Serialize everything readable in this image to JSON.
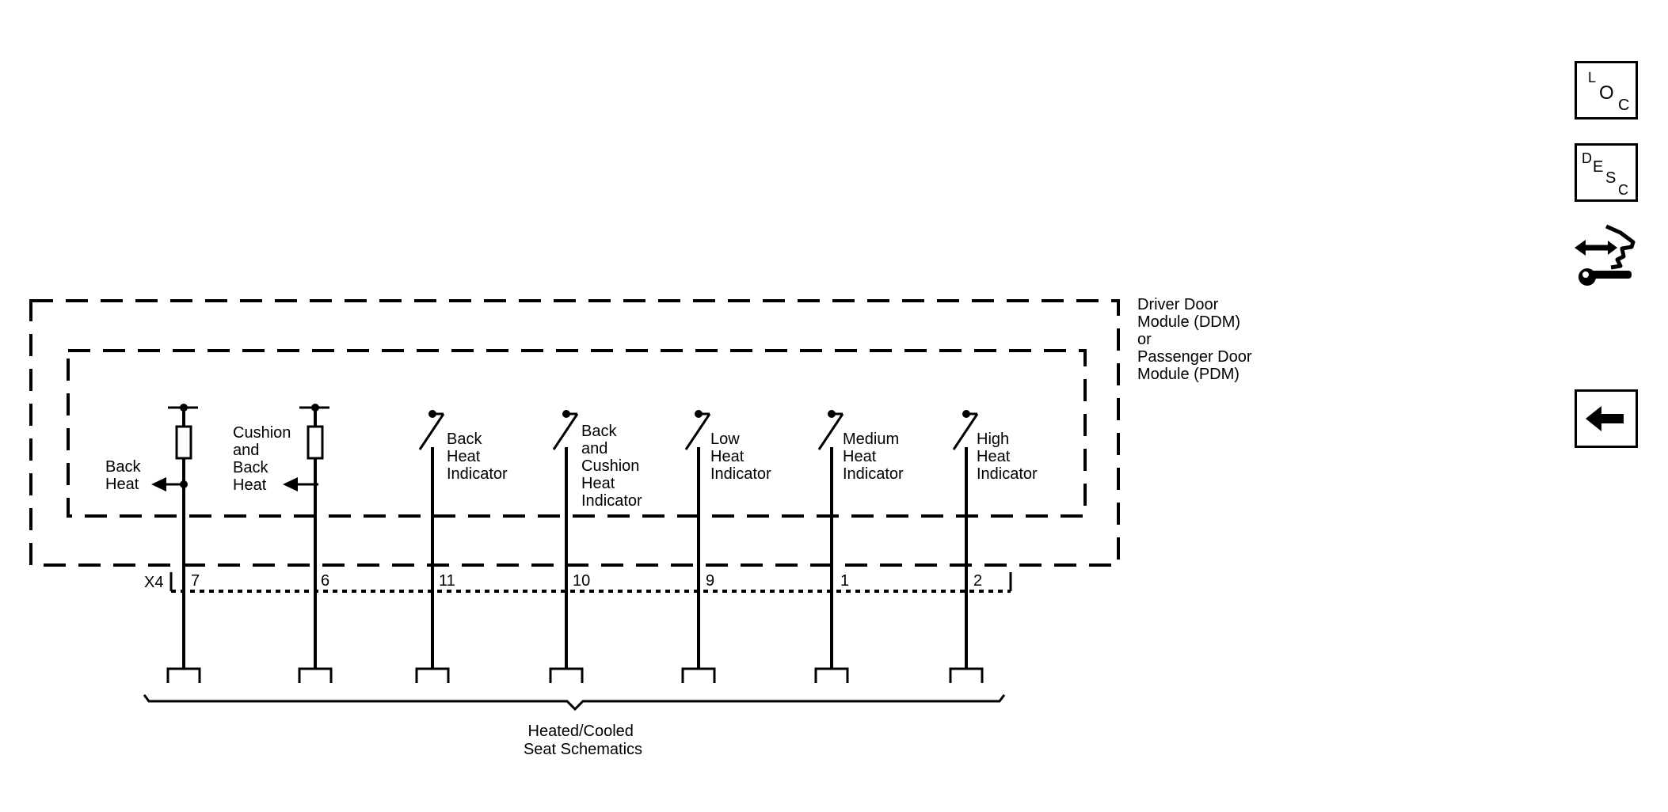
{
  "module_label": [
    "Driver Door",
    "Module (DDM)",
    "or",
    "Passenger  Door",
    "Module (PDM)"
  ],
  "connector": "X4",
  "circuits": [
    {
      "pin": "7",
      "kind": "heater",
      "label": [
        "Back",
        "Heat"
      ]
    },
    {
      "pin": "6",
      "kind": "heater",
      "label": [
        "Cushion",
        "and",
        "Back",
        "Heat"
      ]
    },
    {
      "pin": "11",
      "kind": "switch",
      "label": [
        "Back",
        "Heat",
        "Indicator"
      ]
    },
    {
      "pin": "10",
      "kind": "switch",
      "label": [
        "Back",
        "and",
        "Cushion",
        "Heat",
        "Indicator"
      ]
    },
    {
      "pin": "9",
      "kind": "switch",
      "label": [
        "Low",
        "Heat",
        "Indicator"
      ]
    },
    {
      "pin": "1",
      "kind": "switch",
      "label": [
        "Medium",
        "Heat",
        "Indicator"
      ]
    },
    {
      "pin": "2",
      "kind": "switch",
      "label": [
        "High",
        "Heat",
        "Indicator"
      ]
    }
  ],
  "destination": [
    "Heated/Cooled",
    "Seat Schematics"
  ],
  "nav": {
    "loc": {
      "letters": [
        "L",
        "O",
        "C"
      ]
    },
    "desc": {
      "letters": [
        "D",
        "E",
        "S",
        "C"
      ]
    },
    "back_icon": "left-arrow-icon",
    "tool_icon": "wrench-hand-icon"
  }
}
